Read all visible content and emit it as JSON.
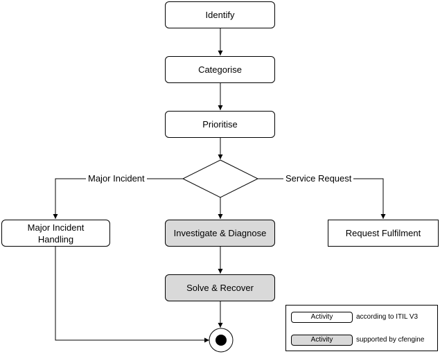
{
  "nodes": {
    "identify": "Identify",
    "categorise": "Categorise",
    "prioritise": "Prioritise",
    "major_incident_handling": "Major Incident\nHandling",
    "investigate_diagnose": "Investigate & Diagnose",
    "request_fulfilment": "Request Fulfilment",
    "solve_recover": "Solve & Recover"
  },
  "edges": {
    "major_incident": "Major Incident",
    "service_request": "Service Request"
  },
  "legend": {
    "itil_swatch": "Activity",
    "itil_text": "according to ITIL V3",
    "cfengine_swatch": "Activity",
    "cfengine_text": "supported by cfengine"
  },
  "colors": {
    "shaded_activity": "#d9d9d9",
    "plain_activity": "#ffffff",
    "line": "#000000"
  }
}
